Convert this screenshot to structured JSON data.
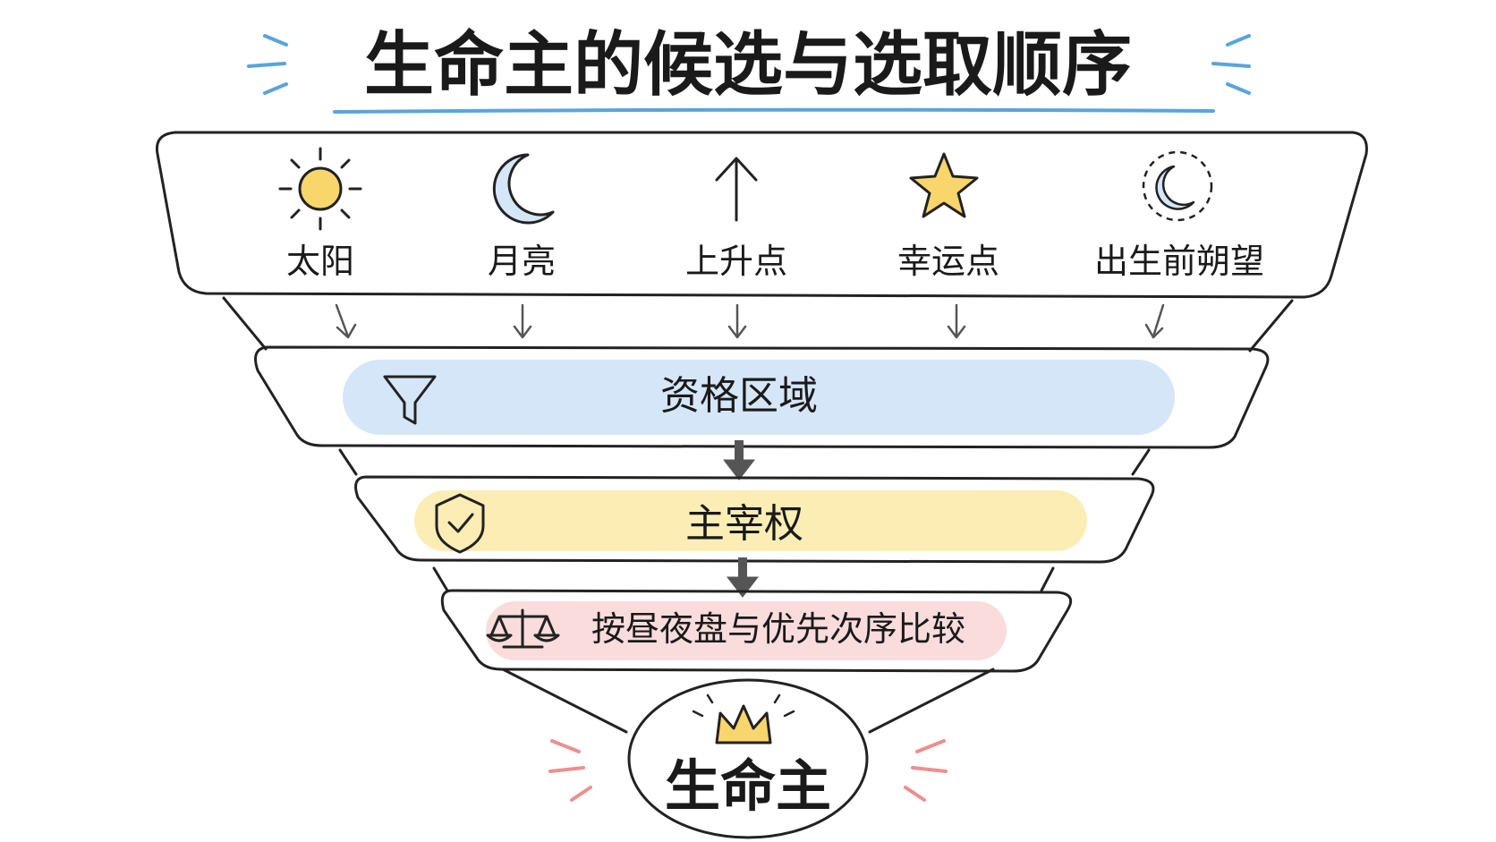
{
  "title": "生命主的候选与选取顺序",
  "candidates": [
    {
      "label": "太阳",
      "icon": "sun-icon"
    },
    {
      "label": "月亮",
      "icon": "moon-icon"
    },
    {
      "label": "上升点",
      "icon": "up-arrow-icon"
    },
    {
      "label": "幸运点",
      "icon": "star-icon"
    },
    {
      "label": "出生前朔望",
      "icon": "dashed-moon-icon"
    }
  ],
  "stages": [
    {
      "label": "资格区域",
      "icon": "filter-icon",
      "color": "#d5e6f8"
    },
    {
      "label": "主宰权",
      "icon": "shield-check-icon",
      "color": "#fbedb4"
    },
    {
      "label": "按昼夜盘与优先次序比较",
      "icon": "balance-scale-icon",
      "color": "#fadcdc"
    }
  ],
  "result": {
    "label": "生命主",
    "icon": "crown-icon"
  },
  "colors": {
    "title_underline": "#5aa4dc",
    "title_accent": "#5aa4dc",
    "result_accent": "#ee8f8f",
    "sun_fill": "#f9d66b",
    "moon_fill": "#d5e6f8",
    "star_fill": "#f9d66b",
    "crown_fill": "#f9d66b"
  }
}
